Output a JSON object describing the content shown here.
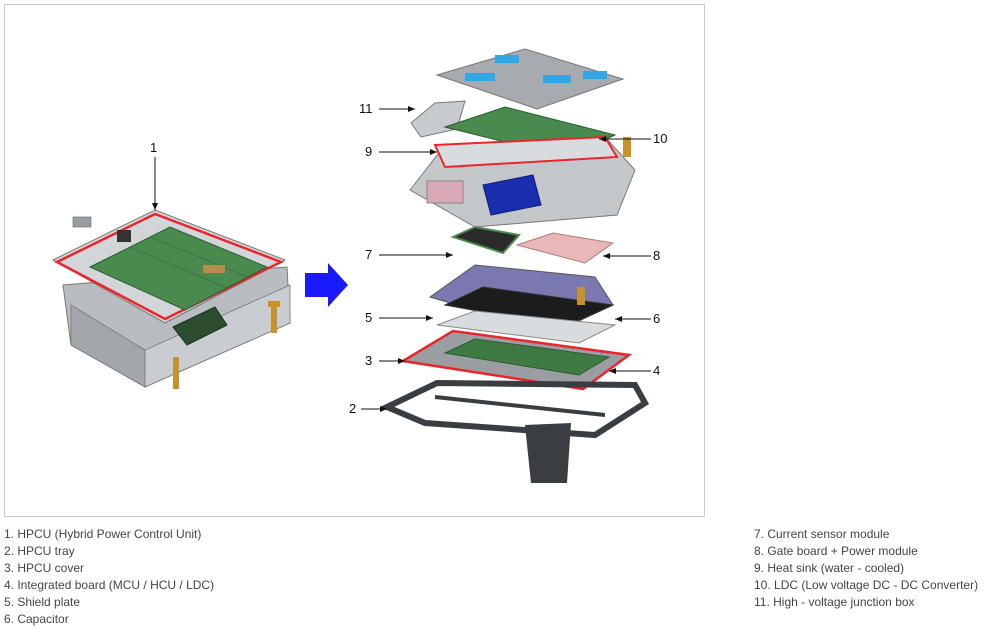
{
  "diagram": {
    "callouts": [
      "1",
      "2",
      "3",
      "4",
      "5",
      "6",
      "7",
      "8",
      "9",
      "10",
      "11"
    ]
  },
  "legend": {
    "left": [
      "1. HPCU (Hybrid Power Control Unit)",
      "2. HPCU tray",
      "3. HPCU cover",
      "4. Integrated board (MCU / HCU / LDC)",
      "5. Shield plate",
      "6. Capacitor"
    ],
    "right": [
      "7. Current sensor module",
      "8. Gate board + Power module",
      "9. Heat sink (water - cooled)",
      "10. LDC (Low voltage DC - DC Converter)",
      "11. High - voltage junction box"
    ]
  },
  "colors": {
    "arrow": "#1a1aff",
    "gasket": "#e8262b",
    "board": "#4a8a4e",
    "housing": "#c4c7ca",
    "tray": "#3a3d42",
    "blue_part": "#1a2fb0",
    "pink_board": "#e9b7b8"
  }
}
